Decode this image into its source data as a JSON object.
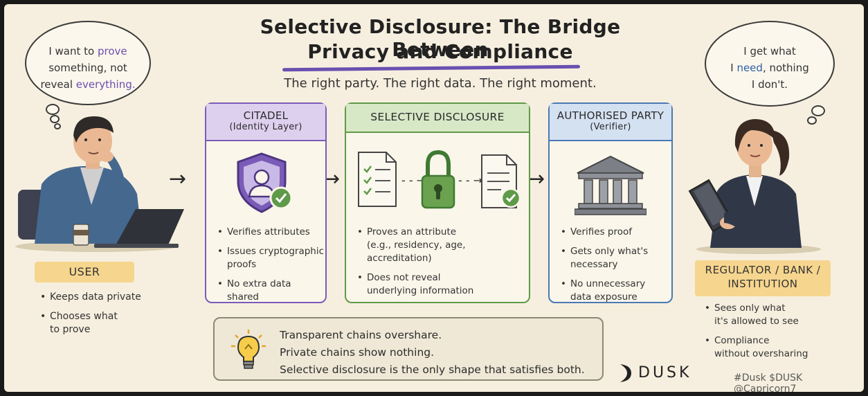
{
  "title": {
    "line1": "Selective Disclosure: The Bridge Between",
    "line2": "Privacy and Compliance",
    "tagline": "The right party. The right data. The right moment."
  },
  "user_bubble": {
    "line1_a": "I want to ",
    "line1_b": "prove",
    "line2": "something, not",
    "line3_a": "reveal ",
    "line3_b": "everything."
  },
  "regulator_bubble": {
    "line1": "I get what",
    "line2_a": "I ",
    "line2_b": "need",
    "line2_c": ", nothing",
    "line3": "I don't."
  },
  "user": {
    "tag": "USER",
    "bullets": [
      {
        "l1": "Keeps data private",
        "l2": ""
      },
      {
        "l1": "Chooses what",
        "l2": "to prove"
      }
    ]
  },
  "regulator": {
    "tag_line1": "REGULATOR / BANK /",
    "tag_line2": "INSTITUTION",
    "bullets": [
      {
        "l1": "Sees only what",
        "l2": "it's allowed to see"
      },
      {
        "l1": "Compliance",
        "l2": "without oversharing"
      }
    ]
  },
  "panels": {
    "citadel": {
      "title": "CITADEL",
      "subtitle": "(Identity Layer)",
      "bullets": [
        {
          "l1": "Verifies attributes",
          "l2": ""
        },
        {
          "l1": "Issues cryptographic",
          "l2": "proofs"
        },
        {
          "l1": "No extra data shared",
          "l2": ""
        }
      ]
    },
    "selective": {
      "title": "SELECTIVE DISCLOSURE",
      "bullets": [
        {
          "l1": "Proves an attribute",
          "l2": "(e.g., residency, age, accreditation)"
        },
        {
          "l1": "Does not reveal",
          "l2": "underlying information"
        }
      ]
    },
    "verifier": {
      "title": "AUTHORISED PARTY",
      "subtitle": "(Verifier)",
      "bullets": [
        {
          "l1": "Verifies proof",
          "l2": ""
        },
        {
          "l1": "Gets only what's",
          "l2": "necessary"
        },
        {
          "l1": "No unnecessary",
          "l2": "data exposure"
        }
      ]
    }
  },
  "note": {
    "line1": "Transparent chains overshare.",
    "line2": "Private chains show nothing.",
    "line3": "Selective disclosure is the only shape that satisfies both."
  },
  "brand": {
    "name": "DUSK"
  },
  "watermark": "#Dusk $DUSK @Capricorn7",
  "colors": {
    "purple": "#7b5bb8",
    "green": "#5f9a48",
    "blue": "#4a78b5",
    "tag_yellow": "#f6d58e",
    "background": "#f6efdf"
  },
  "icons": [
    "shield-user-icon",
    "checklist-document-icon",
    "padlock-icon",
    "verified-document-icon",
    "bank-building-icon",
    "lightbulb-icon"
  ]
}
